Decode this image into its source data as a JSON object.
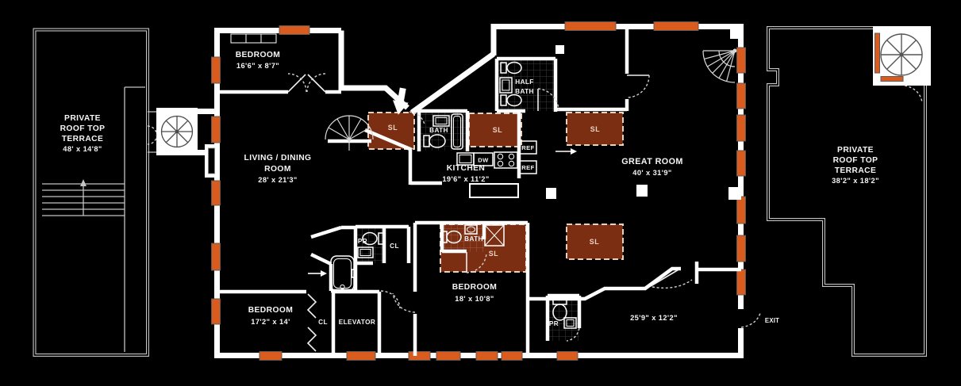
{
  "colors": {
    "background": "#000000",
    "wall": "#ffffff",
    "window_orange": "#d95b1d",
    "skylight_brown": "#7b2e12",
    "skylight_border": "#e7d4c0",
    "skylight_text": "#ecd3c2",
    "terrace_line": "#c4c4c4",
    "text": "#f5f5f5",
    "tile_line": "#3c3c3c"
  },
  "left_terrace": {
    "line1": "PRIVATE",
    "line2": "ROOF TOP",
    "line3": "TERRACE",
    "dims": "48' x 14'8\""
  },
  "right_terrace": {
    "line1": "PRIVATE",
    "line2": "ROOF TOP",
    "line3": "TERRACE",
    "dims": "38'2\" x 18'2\""
  },
  "rooms": {
    "bedroom_top": {
      "name": "BEDROOM",
      "dims": "16'6\" x 8'7\""
    },
    "living_dining": {
      "line1": "LIVING / DINING",
      "line2": "ROOM",
      "dims": "28' x 21'3\""
    },
    "kitchen": {
      "name": "KITCHEN",
      "dims": "19'6\" x 11'2\""
    },
    "half_bath": {
      "line1": "HALF",
      "line2": "BATH"
    },
    "great_room": {
      "name": "GREAT ROOM",
      "dims": "40' x 31'9\""
    },
    "bedroom_mid": {
      "name": "BEDROOM",
      "dims": "18' x 10'8\""
    },
    "bedroom_low": {
      "name": "BEDROOM",
      "dims": "17'2\" x 14'"
    },
    "elevator": {
      "name": "ELEVATOR"
    },
    "rec_room": {
      "dims": "25'9\" x 12'2\""
    }
  },
  "labels": {
    "bath": "BATH",
    "powder": "PR",
    "closet": "CL",
    "skylight": "SL",
    "fridge": "REF",
    "dishwasher": "DW",
    "exit": "EXIT"
  }
}
